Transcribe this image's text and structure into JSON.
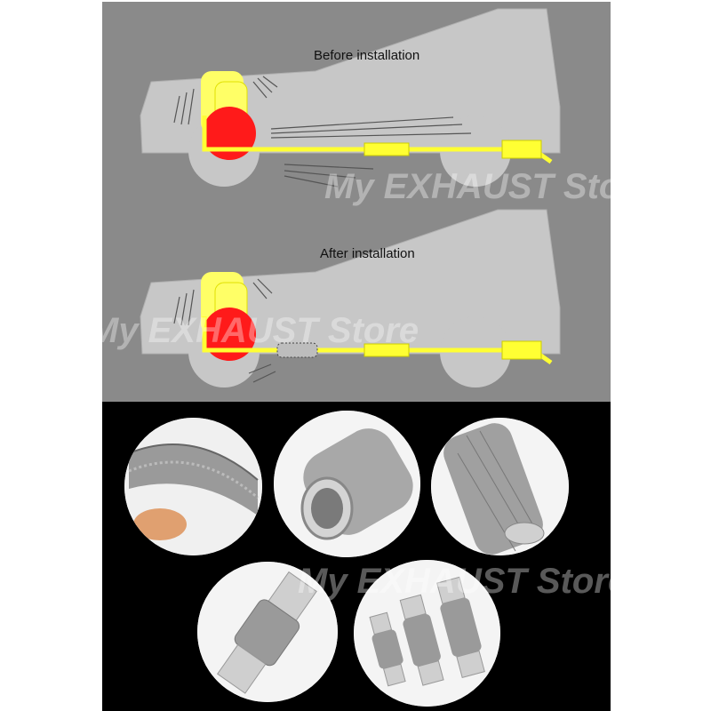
{
  "diagram": {
    "before_label": "Before installation",
    "after_label": "After installation",
    "colors": {
      "background": "#8a8a8a",
      "car_body": "#c7c7c7",
      "pipe": "#ffff33",
      "engine": "#ff1a1a",
      "flex_pipe": "#bdbdbd"
    }
  },
  "watermarks": [
    "My EXHAUST Store",
    "My EXHAUST Store",
    "My EXHAUST Store"
  ],
  "photos": [
    {
      "subject": "bent-braided-flex-pipe"
    },
    {
      "subject": "flex-pipe-end-view"
    },
    {
      "subject": "flex-pipe-braid-closeup"
    },
    {
      "subject": "flex-pipe-with-tubes"
    },
    {
      "subject": "three-flex-pipes"
    }
  ]
}
